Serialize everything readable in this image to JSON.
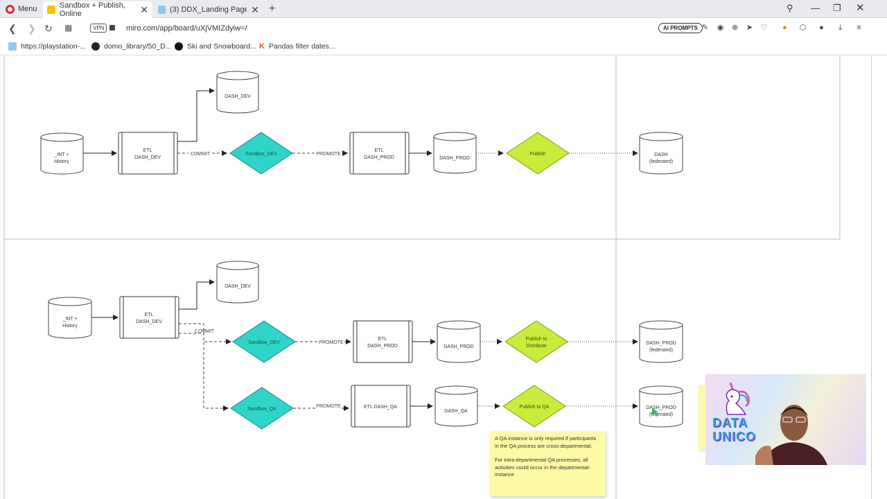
{
  "browser": {
    "menu_label": "Menu",
    "tabs": [
      {
        "title": "Sandbox + Publish, Online",
        "active": true
      },
      {
        "title": "(3) DDX_Landing Page_DEV",
        "active": false
      }
    ],
    "url": "miro.com/app/board/uXjVMIZdyiw=/",
    "vpn_label": "VPN",
    "ai_prompts_label": "AI PROMPTS",
    "bookmarks": [
      {
        "label": "https://playstation-...",
        "icon": "domo-icon"
      },
      {
        "label": "domo_library/50_D...",
        "icon": "github-icon"
      },
      {
        "label": "Ski and Snowboard...",
        "icon": "ski-icon"
      },
      {
        "label": "Pandas filter dates...",
        "icon": "k-icon"
      }
    ]
  },
  "diagram": {
    "top": {
      "int_history": [
        "_INT +",
        "History"
      ],
      "etl_dev": [
        "ETL",
        "DASH_DEV"
      ],
      "dash_dev": "DASH_DEV",
      "commit": "COMMIT",
      "sandbox_dev": "Sandbox_DEV",
      "promote": "PROMOTE",
      "etl_prod": [
        "ETL",
        "DASH_PROD"
      ],
      "dash_prod": "DASH_PROD",
      "publish": "Publish",
      "dash_fed": [
        "DASH",
        "(federated)"
      ]
    },
    "bottom": {
      "int_history": [
        "_INT +",
        "History"
      ],
      "etl_dev": [
        "ETL",
        "DASH_DEV"
      ],
      "dash_dev": "DASH_DEV",
      "commit": "COMMIT",
      "sandbox_dev": "Sandbox_DEV",
      "promote_1": "PROMOTE",
      "etl_prod": [
        "ETL",
        "DASH_PROD"
      ],
      "dash_prod": "DASH_PROD",
      "publish_dist": [
        "Publish to",
        "Distribute"
      ],
      "dash_prod_fed": [
        "DASH_PROD",
        "(federated)"
      ],
      "sandbox_qa": "Sandbox_QA",
      "promote_2": "PROMOTE",
      "etl_qa": "ETL DASH_QA",
      "dash_qa": "DASH_QA",
      "publish_qa": "Publish to QA",
      "dash_prod_fed_2": [
        "DASH_PROD",
        "(federated)"
      ]
    },
    "colors": {
      "sandbox": "#2fd4c8",
      "publish": "#c8ec3c"
    }
  },
  "sticky_note": {
    "p1": "A QA instance is only required if participants in the QA process are cross-departmental.",
    "p2": "For intra-departmental QA processes, all activities could occur in the departmental-instance"
  },
  "webcam": {
    "logo_line1": "DATA",
    "logo_line2": "UNICO"
  }
}
